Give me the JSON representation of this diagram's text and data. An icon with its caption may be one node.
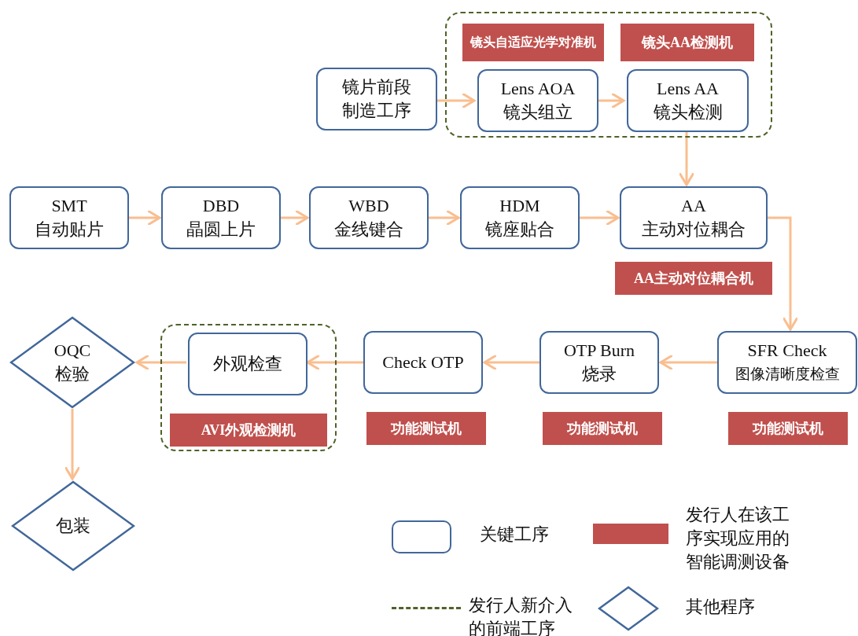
{
  "diagram": {
    "nodes": [
      {
        "text": [],
        "shape": "box"
      },
      {
        "text": [
          "镜头自适应光学对准机"
        ],
        "in": 0
      },
      {
        "text": [
          "镜头AA检测机"
        ],
        "in": 0
      },
      {
        "text": [
          "镜片前段制造工序"
        ]
      },
      {
        "text": [
          "Lens AOA",
          "镜头组立"
        ],
        "in": 0
      },
      {
        "text": [
          "Lens AA",
          "镜头检测"
        ],
        "in": 0
      },
      {
        "text": [
          "SMT",
          "自动贴片"
        ]
      },
      {
        "text": [
          "DBD",
          "晶圆上片"
        ]
      },
      {
        "text": [
          "WBD",
          "金线键合"
        ]
      },
      {
        "text": [
          "HDM",
          "镜座贴合"
        ]
      },
      {
        "text": [
          "AA",
          "主动对位耦合"
        ]
      },
      {
        "text": [
          "AA主动对位耦合机"
        ]
      },
      {
        "text": [
          "SFR Check",
          "图像清晰度检查"
        ]
      },
      {
        "text": [
          "OTP Burn",
          "烧录"
        ]
      },
      {
        "text": [
          "Check OTP"
        ]
      },
      {
        "text": [],
        "shape": "box"
      },
      {
        "text": [
          "外观检查"
        ],
        "in": 15
      },
      {
        "text": [
          "AVI外观检测机"
        ],
        "in": 15
      },
      {
        "text": [
          "OQC",
          "检验"
        ]
      },
      {
        "text": [
          "包装"
        ]
      },
      {
        "text": [
          "功能测试机"
        ]
      },
      {
        "text": [
          "功能测试机"
        ]
      },
      {
        "text": [
          "功能测试机"
        ]
      }
    ],
    "edges": [
      {
        "from": 3,
        "to": 4,
        "arrow": "to"
      },
      {
        "from": 4,
        "to": 5,
        "arrow": "to"
      },
      {
        "from": 5,
        "to": 10,
        "arrow": "to"
      },
      {
        "from": 6,
        "to": 7,
        "arrow": "to"
      },
      {
        "from": 7,
        "to": 8,
        "arrow": "to"
      },
      {
        "from": 8,
        "to": 9,
        "arrow": "to"
      },
      {
        "from": 9,
        "to": 10,
        "arrow": "to"
      },
      {
        "from": 10,
        "to": 12,
        "arrow": "to"
      },
      {
        "from": 12,
        "to": 13,
        "arrow": "to"
      },
      {
        "from": 13,
        "to": 14,
        "arrow": "to"
      },
      {
        "from": 14,
        "to": 16,
        "arrow": "to"
      },
      {
        "from": 16,
        "to": 18,
        "arrow": "to"
      },
      {
        "from": 18,
        "to": 19,
        "arrow": "to"
      }
    ],
    "legend": [
      {
        "text": "关键工序"
      },
      {
        "text": "发行人在该工序实现应用的智能调测设备",
        "color": "#c0504d"
      },
      {
        "text": "发行人新介入的前端工序"
      },
      {
        "text": "其他程序"
      }
    ]
  }
}
